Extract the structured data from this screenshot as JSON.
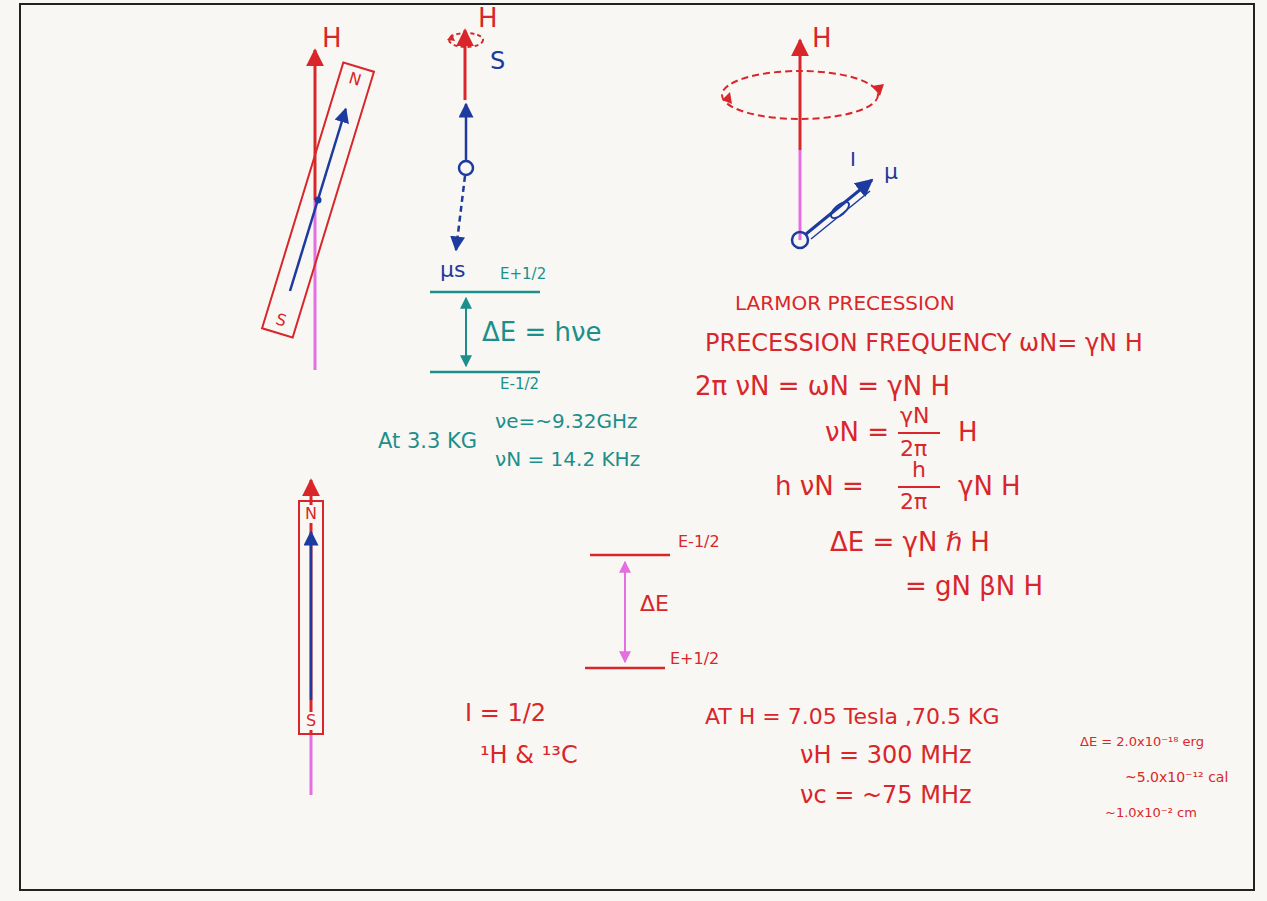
{
  "diagram": {
    "nodes": [
      {
        "text": [
          "N",
          "S"
        ]
      },
      {
        "text": [
          "N",
          "S"
        ]
      }
    ],
    "labels": [
      "H",
      "H",
      "S",
      "μs",
      "E+1/2",
      "ΔE = hνe",
      "E-1/2",
      "At 3.3 KG",
      "νe=~9.32GHz",
      "νN = 14.2 KHz",
      "H",
      "I",
      "μ",
      "LARMOR PRECESSION",
      "PRECESSION FREQUENCY ωN= γN H",
      "2π νN = ωN = γN H",
      "νN =",
      "γN",
      "2π",
      "H",
      "h νN =",
      "h",
      "2π",
      "γN H",
      "ΔE = γN ℏ H",
      "= gN βN H",
      "E-1/2",
      "ΔE",
      "E+1/2",
      "I = 1/2",
      "¹H & ¹³C",
      "AT H = 7.05 Tesla ,70.5 KG",
      "νH = 300 MHz",
      "νc = ~75 MHz",
      "ΔE = 2.0x10⁻¹⁸ erg",
      "~5.0x10⁻¹² cal",
      "~1.0x10⁻² cm"
    ]
  }
}
